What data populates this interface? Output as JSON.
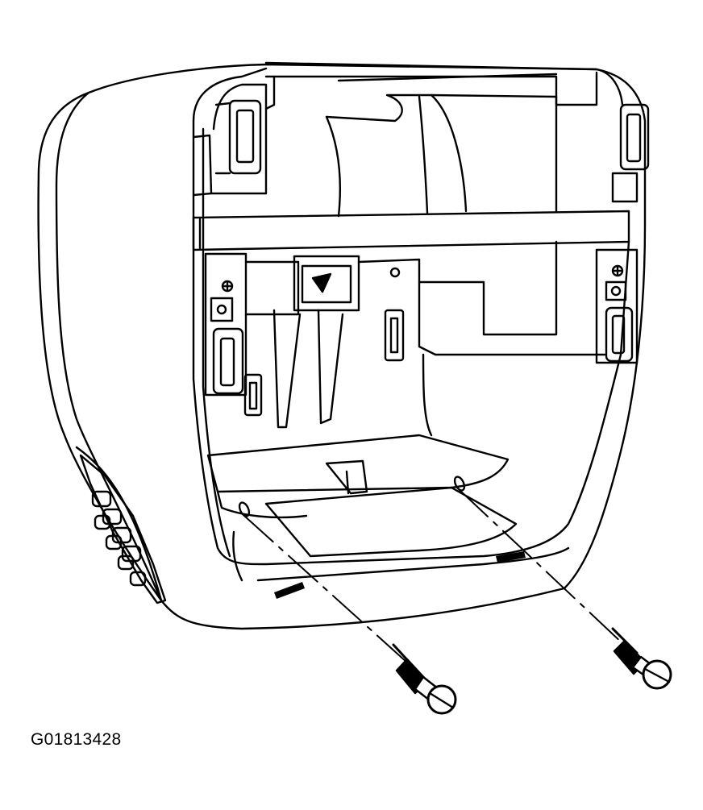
{
  "figure": {
    "id_label": "G01813428",
    "ink_color": "#000000",
    "paper_color": "#ffffff"
  },
  "parts": {
    "housing": "instrument-panel-housing",
    "fasteners": [
      "left-screw",
      "right-screw"
    ]
  }
}
